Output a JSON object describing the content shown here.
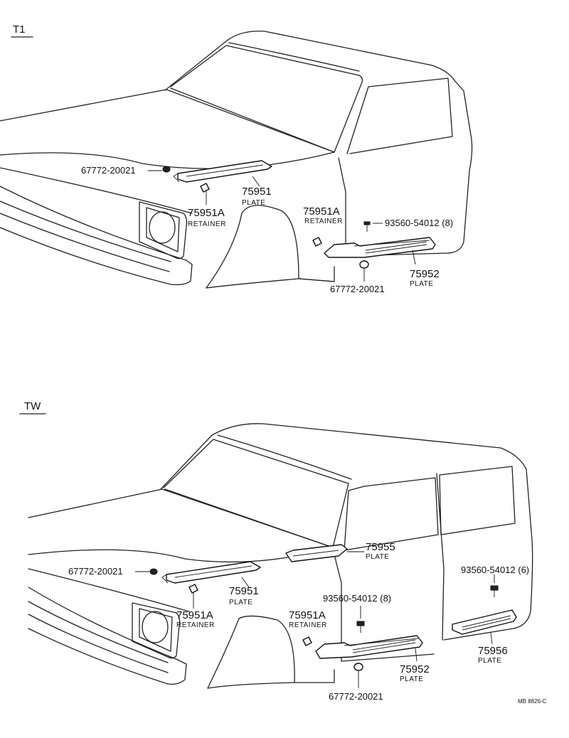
{
  "sections": {
    "t1": {
      "header": "T1",
      "labels": {
        "clip_front": "67772-20021",
        "plate_front_pn": "75951",
        "plate_front_desc": "PLATE",
        "retainer_front_pn": "75951A",
        "retainer_front_desc": "RETAINER",
        "retainer_rear_pn": "75951A",
        "retainer_rear_desc": "RETAINER",
        "screw": "93560-54012 (8)",
        "plate_rear_pn": "75952",
        "plate_rear_desc": "PLATE",
        "clip_rear": "67772-20021"
      }
    },
    "tw": {
      "header": "TW",
      "labels": {
        "clip_front": "67772-20021",
        "plate_front_pn": "75951",
        "plate_front_desc": "PLATE",
        "retainer_front_pn": "75951A",
        "retainer_front_desc": "RETAINER",
        "plate_upper_pn": "75955",
        "plate_upper_desc": "PLATE",
        "screw_front": "93560-54012 (8)",
        "screw_rear": "93560-54012 (6)",
        "retainer_rear_pn": "75951A",
        "retainer_rear_desc": "RETAINER",
        "plate_mid_pn": "75952",
        "plate_mid_desc": "PLATE",
        "plate_rear_pn": "75956",
        "plate_rear_desc": "PLATE",
        "clip_rear": "67772-20021"
      }
    }
  },
  "drawing_code": "MB 8826-C"
}
